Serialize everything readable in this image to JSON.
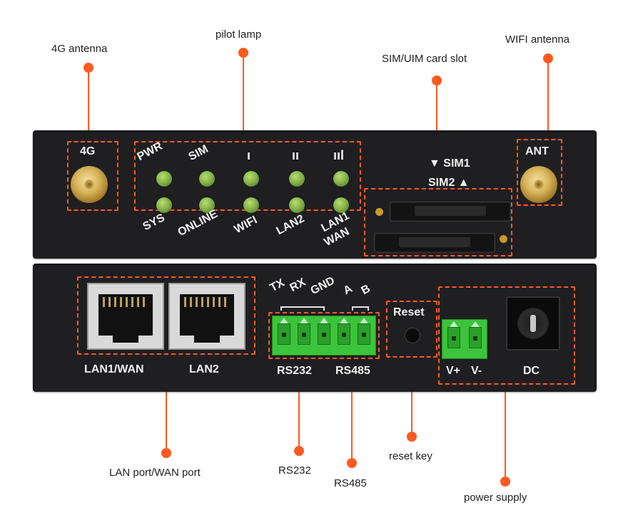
{
  "callouts": {
    "antenna_4g": "4G antenna",
    "pilot_lamp": "pilot lamp",
    "sim_slot": "SIM/UIM card slot",
    "wifi_antenna": "WIFI antenna",
    "lan_wan_port": "LAN port/WAN port",
    "rs232": "RS232",
    "rs485": "RS485",
    "reset_key": "reset key",
    "power_supply": "power supply"
  },
  "front_panel": {
    "antenna_4g_label": "4G",
    "antenna_wifi_label": "ANT",
    "led_top": {
      "pwr": "PWR",
      "sim": "SIM",
      "signal1": "ı",
      "signal2": "ıı",
      "signal3": "ııl"
    },
    "led_bottom": {
      "sys": "SYS",
      "online": "ONLINE",
      "wifi": "WIFI",
      "lan2": "LAN2",
      "lan1": "LAN1",
      "wan": "WAN"
    },
    "sim1": "▼ SIM1",
    "sim2": "SIM2 ▲"
  },
  "rear_panel": {
    "lan1_wan": "LAN1/WAN",
    "lan2": "LAN2",
    "pins": {
      "tx": "TX",
      "rx": "RX",
      "gnd": "GND",
      "a": "A",
      "b": "B"
    },
    "rs232": "RS232",
    "rs485": "RS485",
    "reset": "Reset",
    "v_plus": "V+",
    "v_minus": "V-",
    "dc": "DC"
  },
  "colors": {
    "accent": "#ff5a1f",
    "panel": "#1f1f21",
    "led": "#86b44a",
    "terminal": "#3cc43c"
  }
}
